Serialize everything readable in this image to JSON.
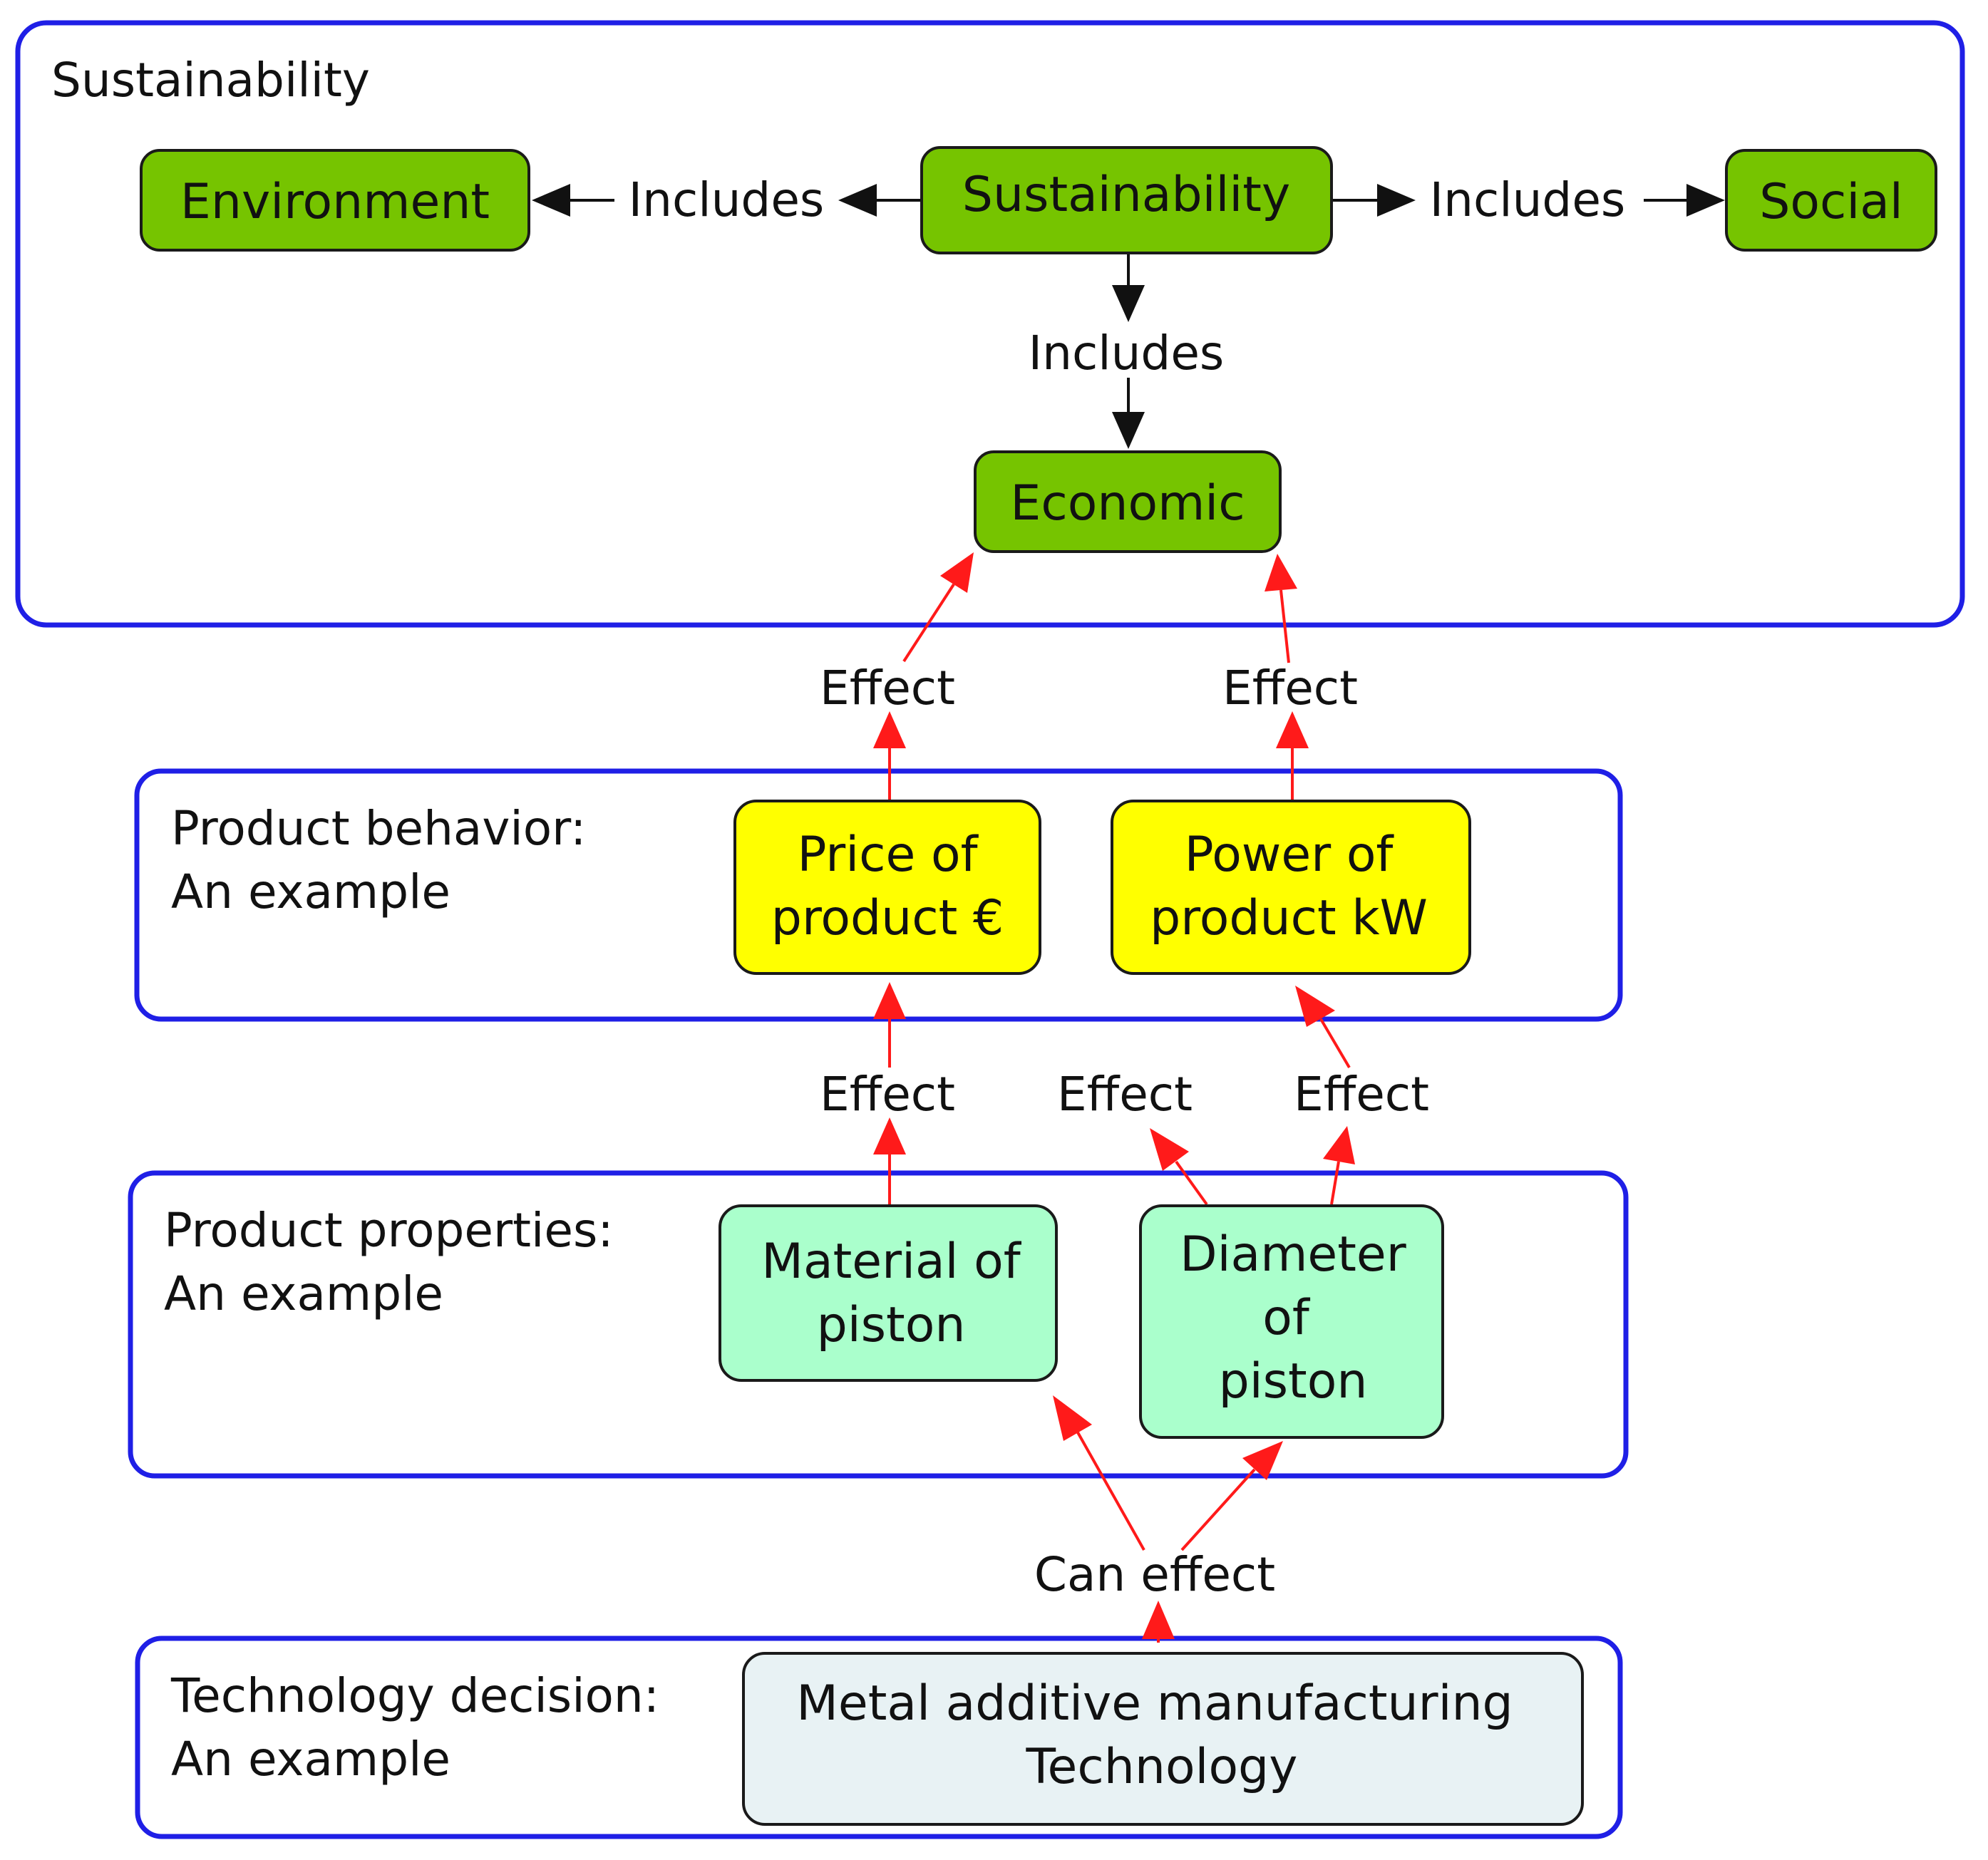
{
  "groups": {
    "sustainability": {
      "title": "Sustainability"
    },
    "behavior": {
      "title_line1": "Product behavior:",
      "title_line2": "An example"
    },
    "properties": {
      "title_line1": "Product properties:",
      "title_line2": "An example"
    },
    "technology": {
      "title_line1": "Technology decision:",
      "title_line2": "An example"
    }
  },
  "nodes": {
    "sustainability": "Sustainability",
    "environment": "Environment",
    "social": "Social",
    "economic": "Economic",
    "price": {
      "line1": "Price of",
      "line2": "product €"
    },
    "power": {
      "line1": "Power of",
      "line2": "product kW"
    },
    "material": {
      "line1": "Material of",
      "line2": "piston"
    },
    "diameter": {
      "line1": "Diameter",
      "line2": "of",
      "line3": "piston"
    },
    "technology": {
      "line1": "Metal additive manufacturing",
      "line2": "Technology"
    }
  },
  "links": {
    "includes_left": "Includes",
    "includes_right": "Includes",
    "includes_down": "Includes",
    "effect_price_economic": "Effect",
    "effect_power_economic": "Effect",
    "effect_material_price": "Effect",
    "effect_diameter_price": "Effect",
    "effect_diameter_power": "Effect",
    "can_effect": "Can effect"
  },
  "colors": {
    "group_border": "#1f1fe6",
    "sustainability_nodes": "#76c400",
    "behavior_nodes": "#ffff00",
    "property_nodes": "#aaffcc",
    "technology_node": "#e8f2f4",
    "includes_arrows": "#111111",
    "effect_arrows": "#ff1a1a"
  }
}
